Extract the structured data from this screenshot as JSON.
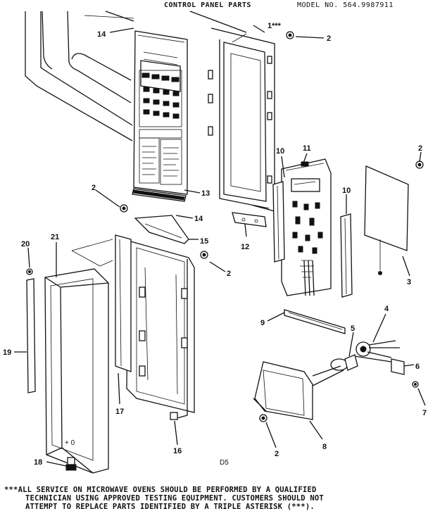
{
  "header": {
    "title": "CONTROL PANEL PARTS",
    "model": "MODEL NO. 564.9987911"
  },
  "diagram": {
    "code": "D5",
    "panel_key_text": "+ 0"
  },
  "callouts": {
    "c14a": "14",
    "c1": "1***",
    "c2a": "2",
    "c2b": "2",
    "c10a": "10",
    "c11": "11",
    "c2c": "2",
    "c13": "13",
    "c14b": "14",
    "c15": "15",
    "c12": "12",
    "c10b": "10",
    "c2d": "2",
    "c3": "3",
    "c20": "20",
    "c21": "21",
    "c9": "9",
    "c4": "4",
    "c5": "5",
    "c6": "6",
    "c19": "19",
    "c7": "7",
    "c17": "17",
    "c16": "16",
    "c2e": "2",
    "c8": "8",
    "c18": "18"
  },
  "note": {
    "line1": "***ALL SERVICE ON MICROWAVE OVENS SHOULD BE PERFORMED BY A QUALIFIED",
    "line2": "TECHNICIAN USING APPROVED TESTING EQUIPMENT. CUSTOMERS SHOULD NOT",
    "line3": "ATTEMPT TO REPLACE PARTS IDENTIFIED BY A TRIPLE ASTERISK (***)."
  }
}
